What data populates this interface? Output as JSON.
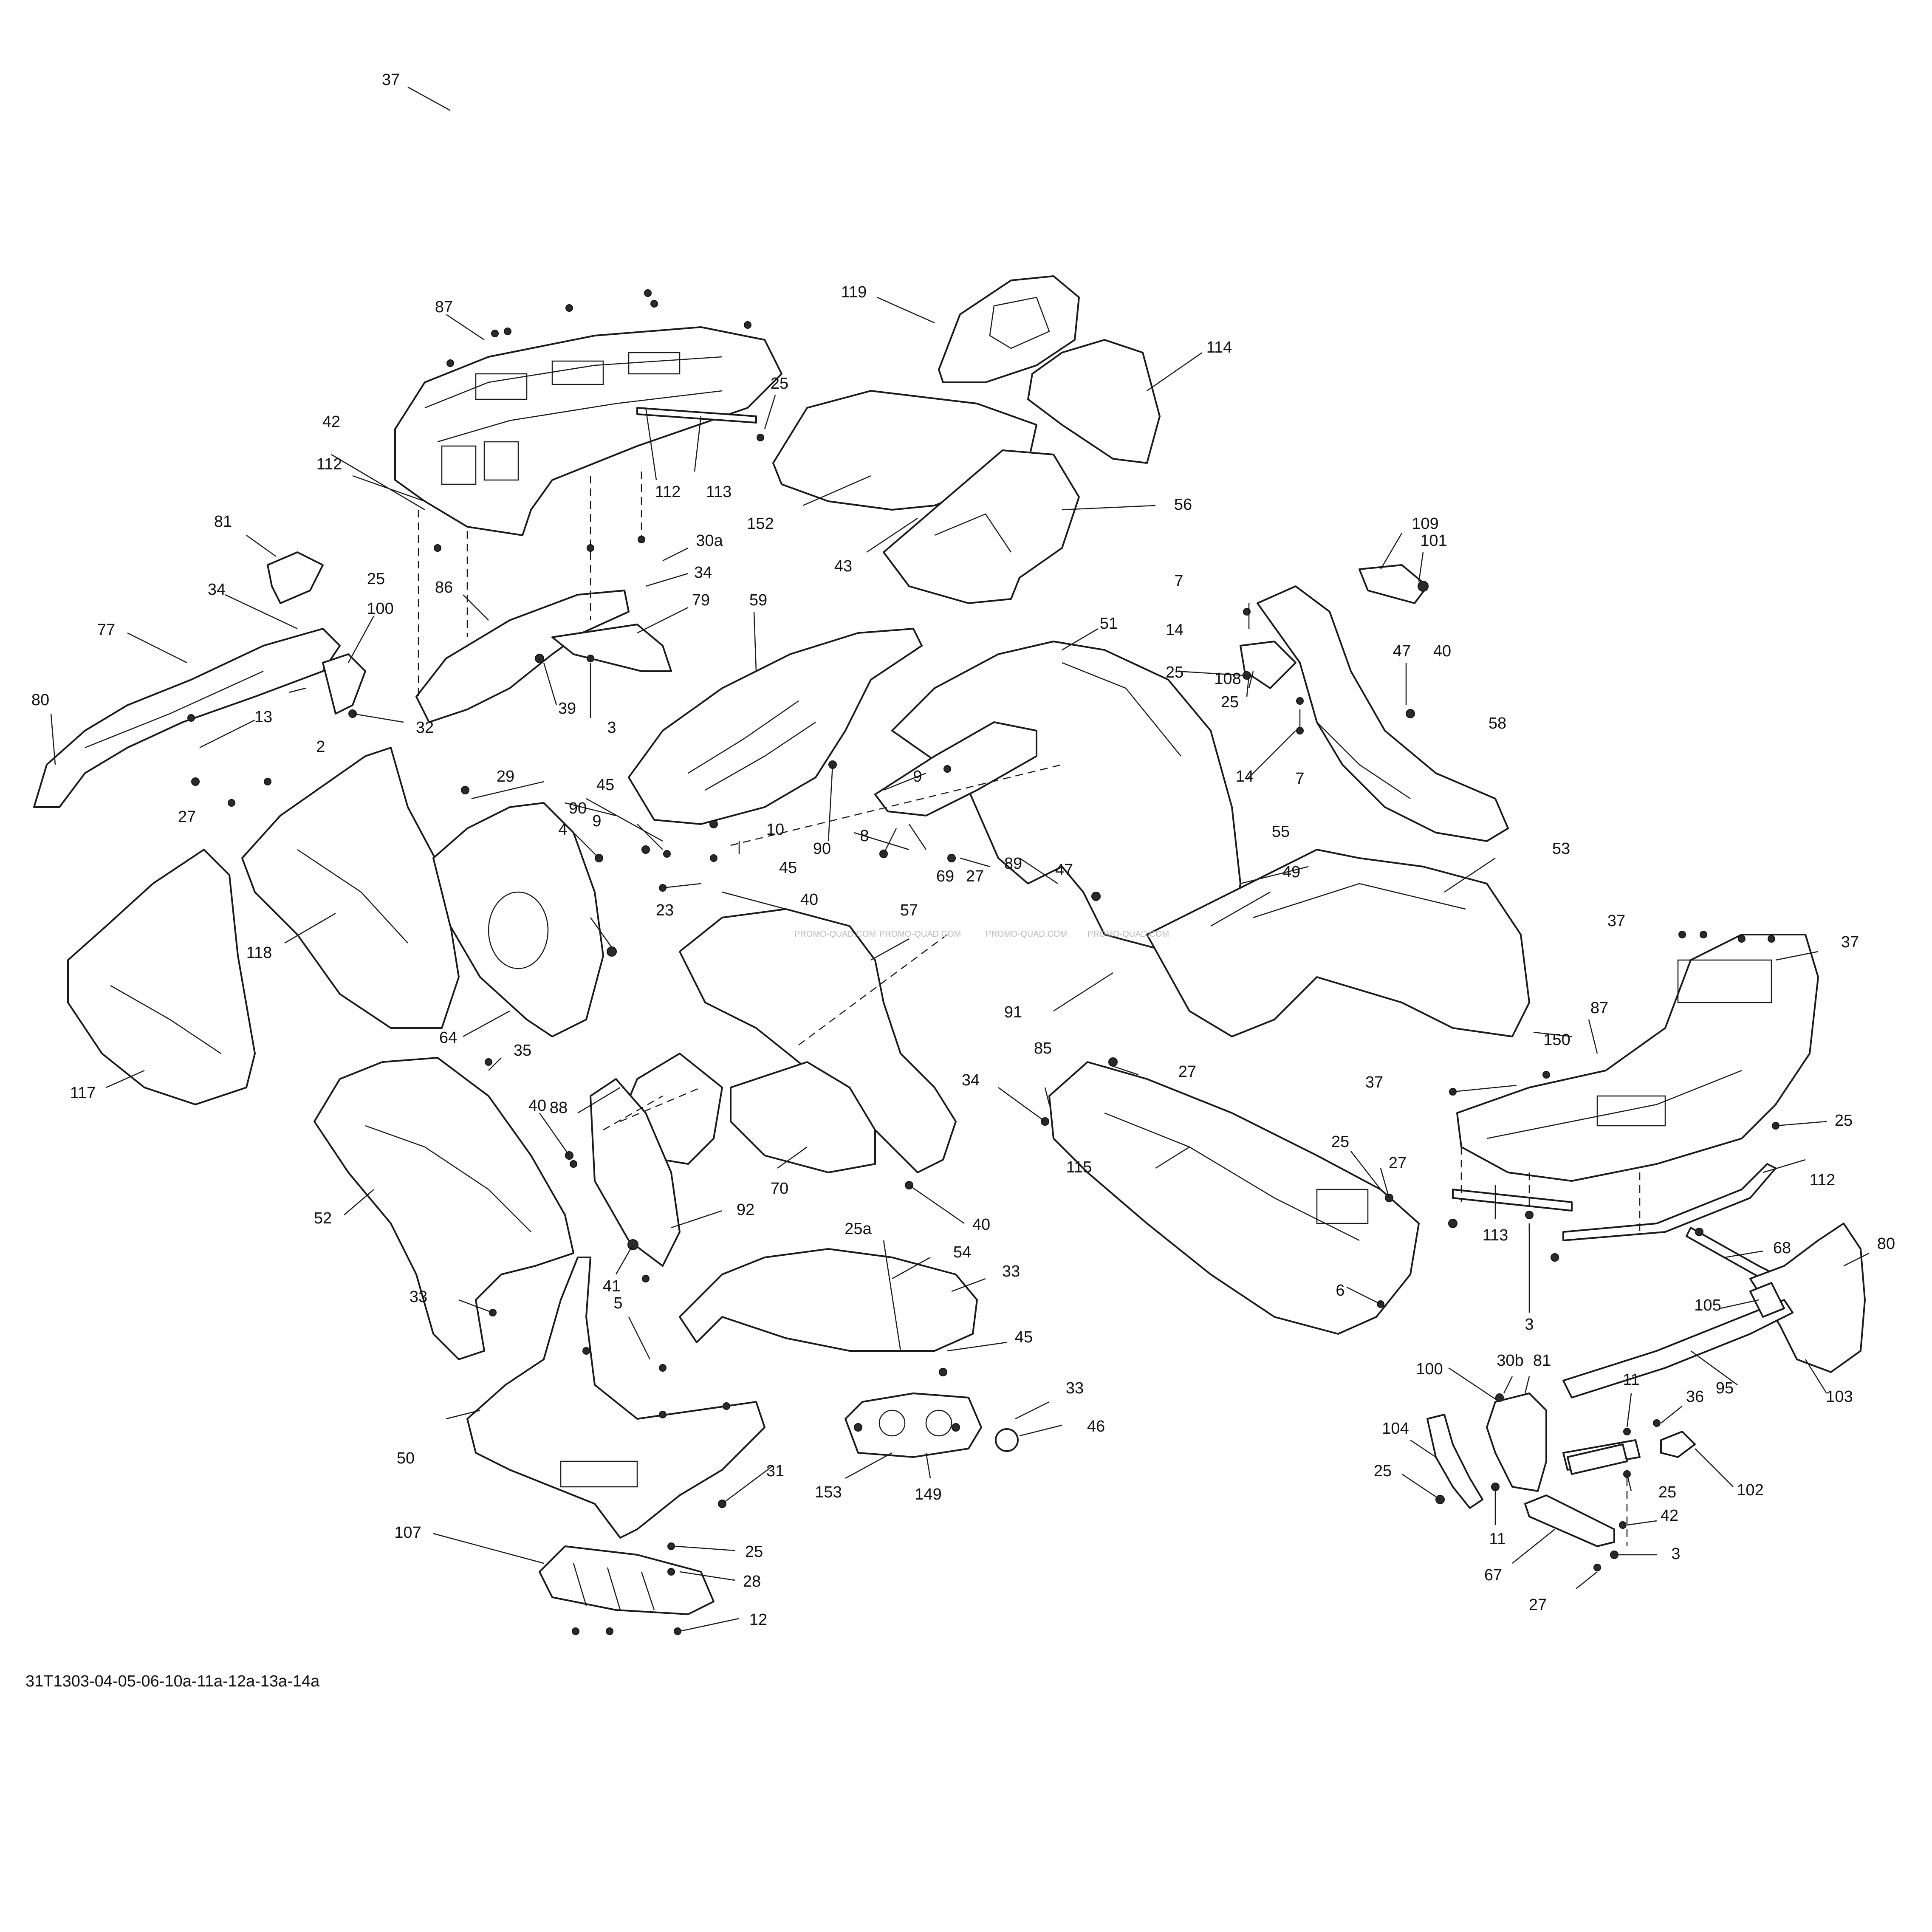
{
  "diagram_code": "31T1303-04-05-06-10a-11a-12a-13a-14a",
  "watermark": "PROMO-QUAD.COM",
  "callouts": [
    "37",
    "87",
    "119",
    "114",
    "25",
    "42",
    "112",
    "113",
    "152",
    "56",
    "112",
    "43",
    "81",
    "30a",
    "34",
    "25",
    "100",
    "86",
    "79",
    "59",
    "34",
    "77",
    "80",
    "13",
    "32",
    "39",
    "3",
    "51",
    "7",
    "14",
    "109",
    "101",
    "25",
    "108",
    "47",
    "40",
    "25",
    "58",
    "9",
    "14",
    "7",
    "2",
    "29",
    "4",
    "45",
    "90",
    "90",
    "9",
    "10",
    "8",
    "69",
    "27",
    "89",
    "47",
    "49",
    "55",
    "53",
    "27",
    "45",
    "40",
    "118",
    "23",
    "64",
    "91",
    "57",
    "37",
    "37",
    "117",
    "88",
    "87",
    "35",
    "40",
    "85",
    "27",
    "34",
    "150",
    "37",
    "25",
    "112",
    "115",
    "25",
    "27",
    "52",
    "70",
    "40",
    "92",
    "113",
    "3",
    "68",
    "80",
    "41",
    "6",
    "105",
    "25a",
    "54",
    "33",
    "33",
    "5",
    "45",
    "33",
    "46",
    "30b",
    "81",
    "11",
    "36",
    "95",
    "103",
    "100",
    "50",
    "153",
    "149",
    "31",
    "104",
    "25",
    "25",
    "102",
    "11",
    "42",
    "107",
    "25",
    "28",
    "67",
    "3",
    "27",
    "12"
  ]
}
